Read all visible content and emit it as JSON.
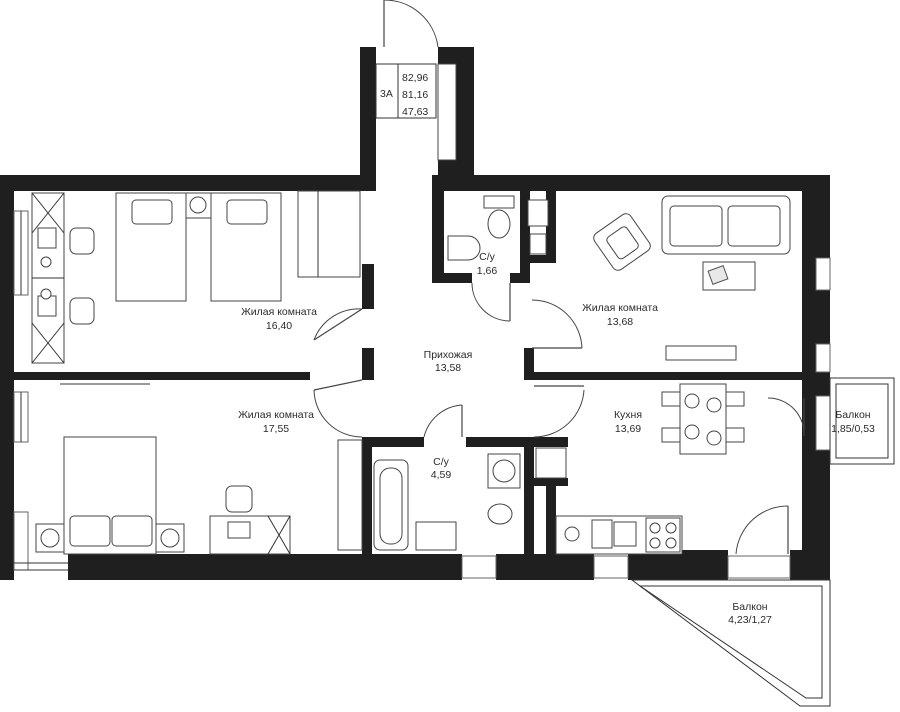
{
  "apartment": {
    "type": "3А",
    "area_total": "82,96",
    "area_reduced": "81,16",
    "area_living": "47,63"
  },
  "rooms": [
    {
      "id": "bedroom1",
      "name": "Жилая комната",
      "area": "16,40"
    },
    {
      "id": "living",
      "name": "Жилая комната",
      "area": "13,68"
    },
    {
      "id": "hall",
      "name": "Прихожая",
      "area": "13,58"
    },
    {
      "id": "bedroom2",
      "name": "Жилая комната",
      "area": "17,55"
    },
    {
      "id": "kitchen",
      "name": "Кухня",
      "area": "13,69"
    },
    {
      "id": "wc1",
      "name": "С/у",
      "area": "1,66"
    },
    {
      "id": "wc2",
      "name": "С/у",
      "area": "4,59"
    },
    {
      "id": "balcony1",
      "name": "Балкон",
      "area": "1,85/0,53"
    },
    {
      "id": "balcony2",
      "name": "Балкон",
      "area": "4,23/1,27"
    }
  ],
  "colors": {
    "wall": "#1f1f1f",
    "line": "#444444",
    "background": "#ffffff"
  }
}
